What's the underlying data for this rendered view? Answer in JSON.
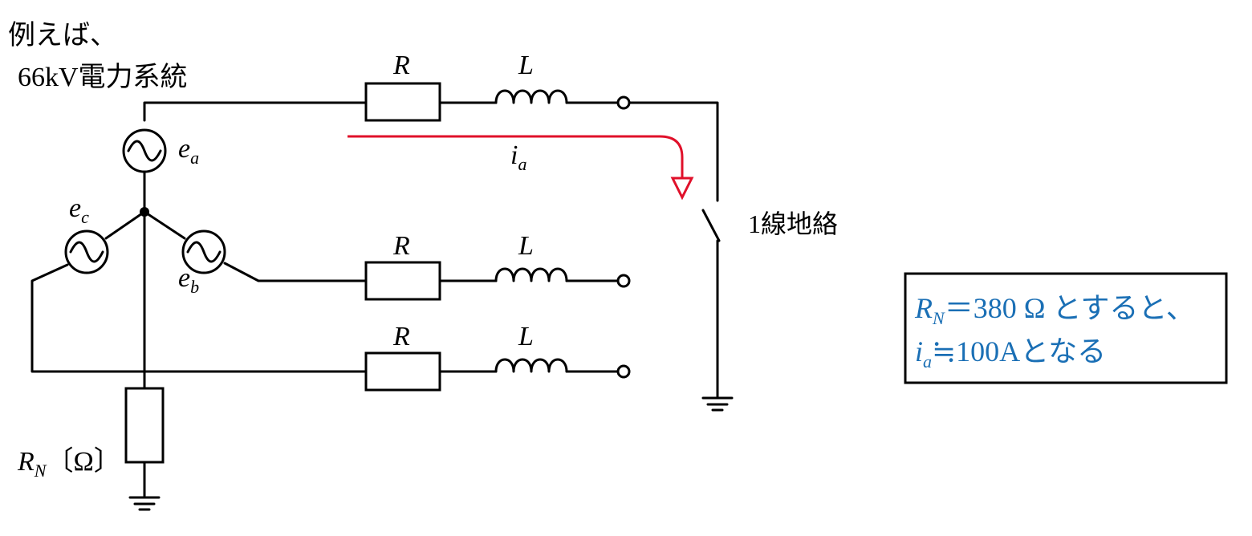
{
  "header": {
    "line1": "例えば、",
    "line2": "66kV電力系統"
  },
  "labels": {
    "R": "R",
    "L": "L",
    "ea_main": "e",
    "ea_sub": "a",
    "eb_main": "e",
    "eb_sub": "b",
    "ec_main": "e",
    "ec_sub": "c",
    "ia_main": "i",
    "ia_sub": "a",
    "fault": "1線地絡",
    "rn_main": "R",
    "rn_sub": "N",
    "rn_unit": "〔Ω〕"
  },
  "note": {
    "line1_main": "R",
    "line1_sub": "N",
    "line1_rest": "＝380 Ω とすると、",
    "line2_main": "i",
    "line2_sub": "a",
    "line2_rest": "≒100Aとなる"
  },
  "colors": {
    "wire": "#000000",
    "current_arrow": "#e0102a",
    "note_text": "#1a6fb5"
  }
}
